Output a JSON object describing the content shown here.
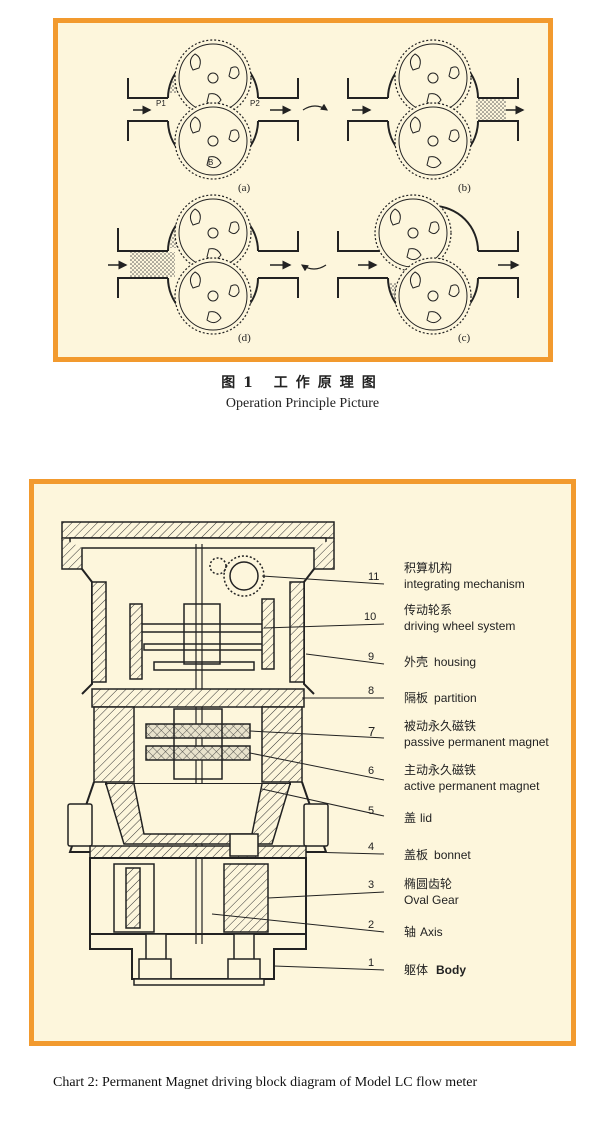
{
  "figure1": {
    "caption_cn": "图1 工作原理图",
    "caption_en": "Operation Principle Picture",
    "panels": [
      {
        "tag": "(a)",
        "labels": {
          "p1": "P1",
          "p2": "P2",
          "b": "B"
        }
      },
      {
        "tag": "(b)"
      },
      {
        "tag": "(d)"
      },
      {
        "tag": "(c)"
      }
    ]
  },
  "figure2": {
    "caption": "Chart 2: Permanent Magnet driving block diagram of Model LC flow meter",
    "callouts": [
      {
        "num": "11",
        "cn": "积算机构",
        "en": "integrating mechanism"
      },
      {
        "num": "10",
        "cn": "传动轮系",
        "en": "driving wheel system"
      },
      {
        "num": "9",
        "cn": "外壳",
        "en": "housing"
      },
      {
        "num": "8",
        "cn": "隔板",
        "en": "partition"
      },
      {
        "num": "7",
        "cn": "被动永久磁铁",
        "en": "passive permanent magnet"
      },
      {
        "num": "6",
        "cn": "主动永久磁铁",
        "en": "active permanent magnet"
      },
      {
        "num": "5",
        "cn": "盖",
        "en": "lid"
      },
      {
        "num": "4",
        "cn": "盖板",
        "en": "bonnet"
      },
      {
        "num": "3",
        "cn": "椭圆齿轮",
        "en": "Oval Gear"
      },
      {
        "num": "2",
        "cn": "轴",
        "en": "Axis"
      },
      {
        "num": "1",
        "cn": "躯体",
        "en": "Body"
      }
    ]
  },
  "colors": {
    "frame": "#f29a2e",
    "panel_bg": "#fdf6dc",
    "ink": "#222222"
  }
}
